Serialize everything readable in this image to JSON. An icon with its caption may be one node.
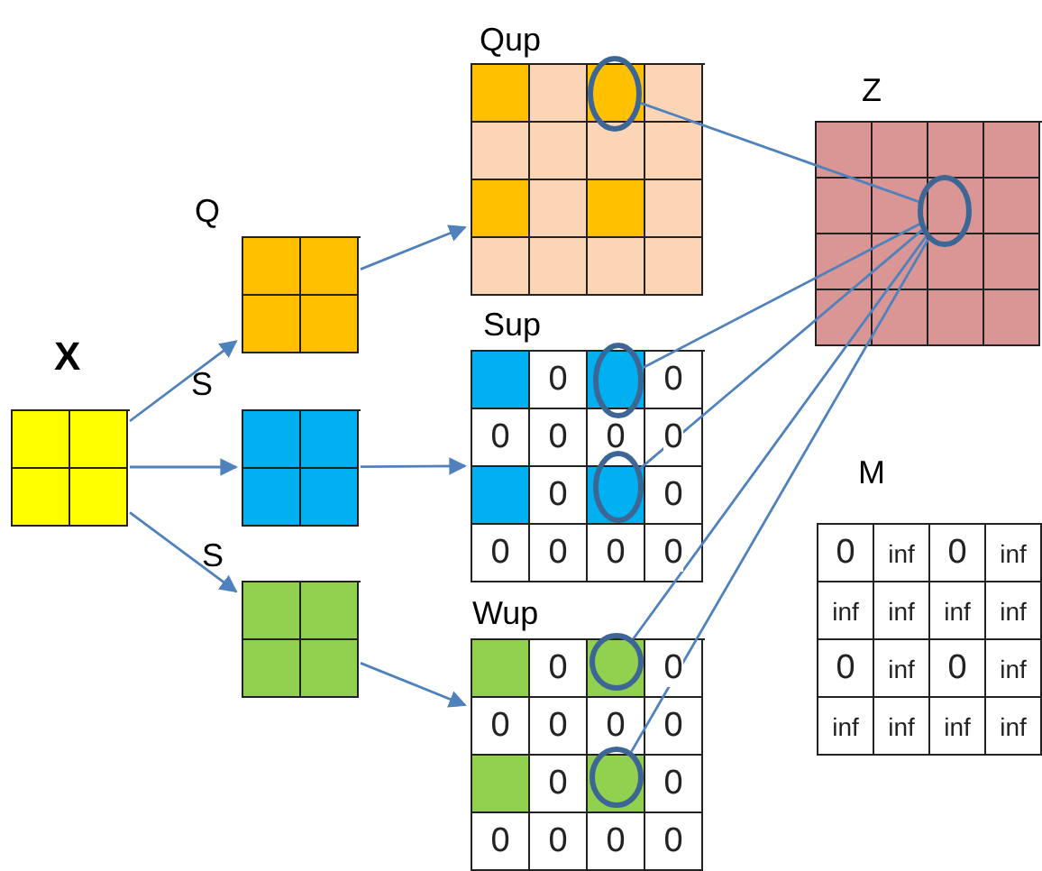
{
  "diagram": {
    "nodes": [
      {
        "text": [
          "X"
        ]
      },
      {
        "text": [
          "Q"
        ]
      },
      {
        "text": [
          "S"
        ]
      },
      {
        "text": [
          "S"
        ]
      },
      {
        "text": [
          "Qup"
        ]
      },
      {
        "text": [
          "Sup"
        ]
      },
      {
        "text": [
          "Wup"
        ]
      },
      {
        "text": [
          "Z"
        ]
      },
      {
        "text": [],
        "shape": "circle",
        "in": 4
      },
      {
        "text": [],
        "shape": "circle",
        "in": 5
      },
      {
        "text": [],
        "shape": "circle",
        "in": 5
      },
      {
        "text": [],
        "shape": "circle",
        "in": 6
      },
      {
        "text": [],
        "shape": "circle",
        "in": 6
      },
      {
        "text": [],
        "shape": "circle",
        "in": 7
      }
    ],
    "edges": [
      {
        "from": 0,
        "to": 1,
        "arrow": "to"
      },
      {
        "from": 0,
        "to": 2,
        "arrow": "to"
      },
      {
        "from": 0,
        "to": 3,
        "arrow": "to"
      },
      {
        "from": 1,
        "to": 4,
        "arrow": "to"
      },
      {
        "from": 2,
        "to": 5,
        "arrow": "to"
      },
      {
        "from": 3,
        "to": 6,
        "arrow": "to"
      },
      {
        "from": 8,
        "to": 13,
        "arrow": "none"
      },
      {
        "from": 9,
        "to": 13,
        "arrow": "none"
      },
      {
        "from": 10,
        "to": 13,
        "arrow": "none"
      },
      {
        "from": 11,
        "to": 13,
        "arrow": "none"
      },
      {
        "from": 12,
        "to": 13,
        "arrow": "none"
      }
    ],
    "labels": [
      "0",
      "0",
      "0",
      "0",
      "0",
      "0",
      "0",
      "0",
      "0",
      "0",
      "0",
      "0",
      "M",
      "0",
      "inf",
      "0",
      "inf",
      "inf",
      "inf",
      "inf",
      "inf",
      "0",
      "inf",
      "0",
      "inf",
      "inf",
      "inf",
      "inf",
      "inf",
      "0",
      "0",
      "0",
      "0",
      "0",
      "0",
      "0",
      "0",
      "0",
      "0",
      "0",
      "0"
    ]
  }
}
